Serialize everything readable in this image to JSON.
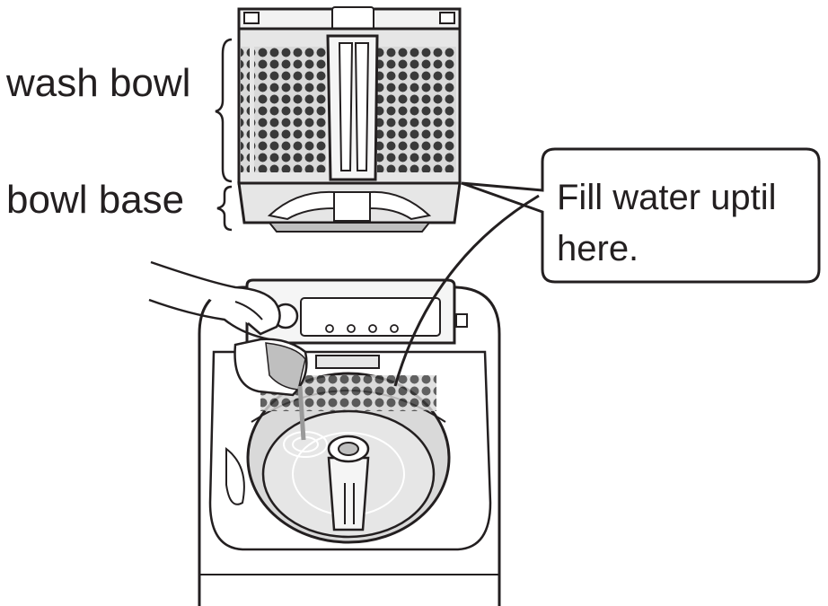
{
  "labels": {
    "wash_bowl": "wash bowl",
    "bowl_base": "bowl base"
  },
  "callout": {
    "line1": "Fill water uptil",
    "line2": "here."
  },
  "colors": {
    "ink": "#231f20",
    "shade_light": "#e6e6e6",
    "shade_mid": "#bfbfbf",
    "hole_fill": "#3a3a3a"
  },
  "icons": [
    "wash-bowl-illustration",
    "washing-machine-illustration",
    "hand-pouring-illustration"
  ]
}
